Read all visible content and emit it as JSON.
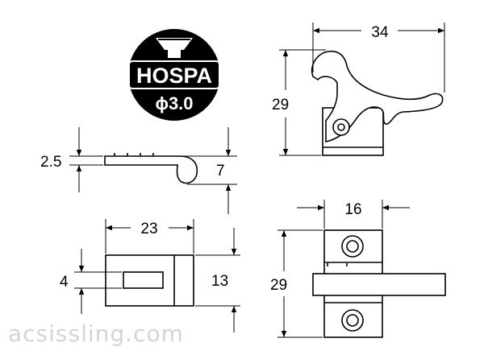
{
  "logo": {
    "brand": "HOSPA",
    "spec": "ϕ3.0"
  },
  "dimensions": {
    "side_view_thickness": "2.5",
    "side_view_height": "7",
    "top_view_width": "23",
    "top_view_height": "13",
    "top_view_slot": "4",
    "latch_side_width": "34",
    "latch_side_height": "29",
    "latch_front_width": "16",
    "latch_front_height": "29"
  },
  "watermark": "acsissling.com",
  "colors": {
    "line": "#000000",
    "logo_fill": "#000000",
    "logo_text": "#ffffff",
    "watermark": "#d4d4d4"
  }
}
